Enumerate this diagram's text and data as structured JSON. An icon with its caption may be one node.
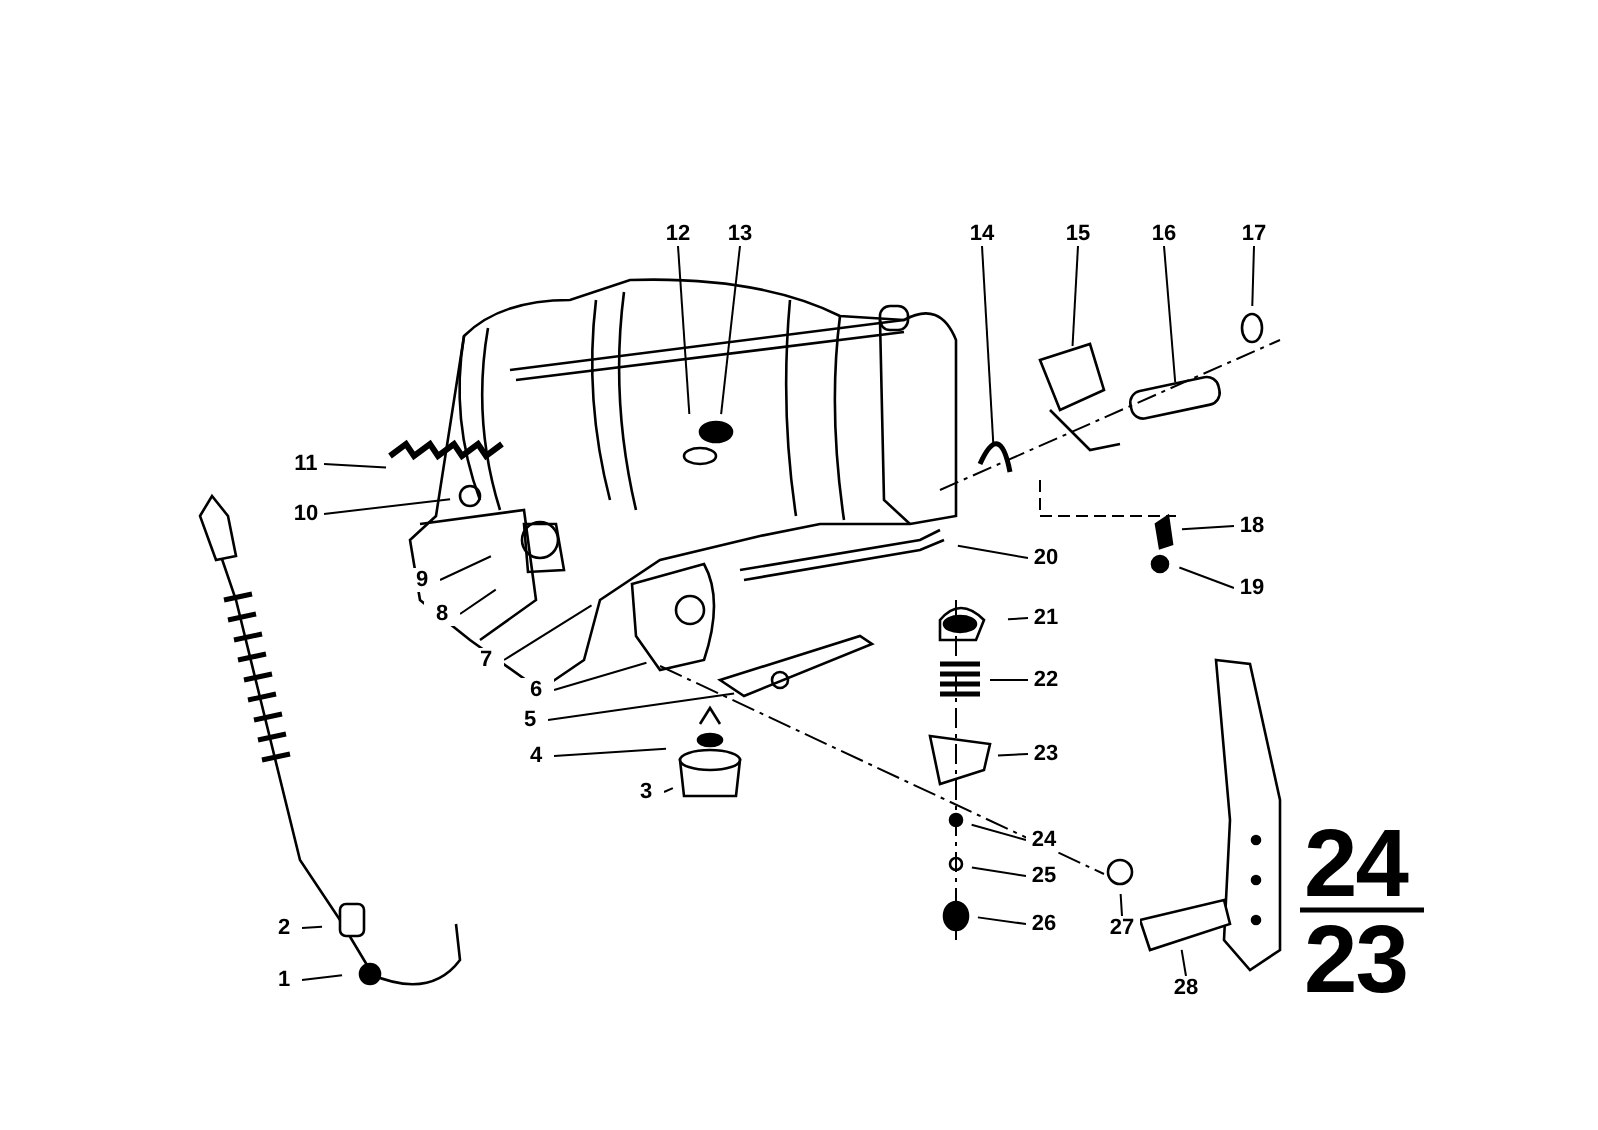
{
  "diagram": {
    "nodes": [
      {
        "text": [
          "1"
        ]
      },
      {
        "text": [
          "2"
        ]
      },
      {
        "text": [
          "3"
        ]
      },
      {
        "text": [
          "4"
        ]
      },
      {
        "text": [
          "5"
        ]
      },
      {
        "text": [
          "6"
        ]
      },
      {
        "text": [
          "7"
        ]
      },
      {
        "text": [
          "8"
        ]
      },
      {
        "text": [
          "9"
        ]
      },
      {
        "text": [
          "10"
        ]
      },
      {
        "text": [
          "11"
        ]
      },
      {
        "text": [
          "12"
        ]
      },
      {
        "text": [
          "13"
        ]
      },
      {
        "text": [
          "14"
        ]
      },
      {
        "text": [
          "15"
        ]
      },
      {
        "text": [
          "16"
        ]
      },
      {
        "text": [
          "17"
        ]
      },
      {
        "text": [
          "18"
        ]
      },
      {
        "text": [
          "19"
        ]
      },
      {
        "text": [
          "20"
        ]
      },
      {
        "text": [
          "21"
        ]
      },
      {
        "text": [
          "22"
        ]
      },
      {
        "text": [
          "23"
        ]
      },
      {
        "text": [
          "24"
        ]
      },
      {
        "text": [
          "25"
        ]
      },
      {
        "text": [
          "26"
        ]
      },
      {
        "text": [
          "27"
        ]
      },
      {
        "text": [
          "28"
        ]
      }
    ],
    "edges": [
      {
        "from": 0,
        "to": null,
        "arrow": "none"
      },
      {
        "from": 1,
        "to": null,
        "arrow": "none"
      },
      {
        "from": 2,
        "to": null,
        "arrow": "none"
      },
      {
        "from": 3,
        "to": null,
        "arrow": "none"
      },
      {
        "from": 4,
        "to": null,
        "arrow": "none"
      },
      {
        "from": 5,
        "to": null,
        "arrow": "none"
      },
      {
        "from": 6,
        "to": null,
        "arrow": "none"
      },
      {
        "from": 7,
        "to": null,
        "arrow": "none"
      },
      {
        "from": 8,
        "to": null,
        "arrow": "none"
      },
      {
        "from": 9,
        "to": null,
        "arrow": "none"
      },
      {
        "from": 10,
        "to": null,
        "arrow": "none"
      },
      {
        "from": 11,
        "to": null,
        "arrow": "none"
      },
      {
        "from": 12,
        "to": null,
        "arrow": "none"
      },
      {
        "from": 13,
        "to": null,
        "arrow": "none"
      },
      {
        "from": 14,
        "to": null,
        "arrow": "none"
      },
      {
        "from": 15,
        "to": null,
        "arrow": "none"
      },
      {
        "from": 16,
        "to": null,
        "arrow": "none"
      },
      {
        "from": 17,
        "to": null,
        "arrow": "none"
      },
      {
        "from": 18,
        "to": null,
        "arrow": "none"
      },
      {
        "from": 19,
        "to": null,
        "arrow": "none"
      },
      {
        "from": 20,
        "to": null,
        "arrow": "none"
      },
      {
        "from": 21,
        "to": null,
        "arrow": "none"
      },
      {
        "from": 22,
        "to": null,
        "arrow": "none"
      },
      {
        "from": 23,
        "to": null,
        "arrow": "none"
      },
      {
        "from": 24,
        "to": null,
        "arrow": "none"
      },
      {
        "from": 25,
        "to": null,
        "arrow": "none"
      },
      {
        "from": 26,
        "to": null,
        "arrow": "none"
      },
      {
        "from": 27,
        "to": null,
        "arrow": "none"
      }
    ],
    "labels": [
      "24",
      "23"
    ]
  }
}
